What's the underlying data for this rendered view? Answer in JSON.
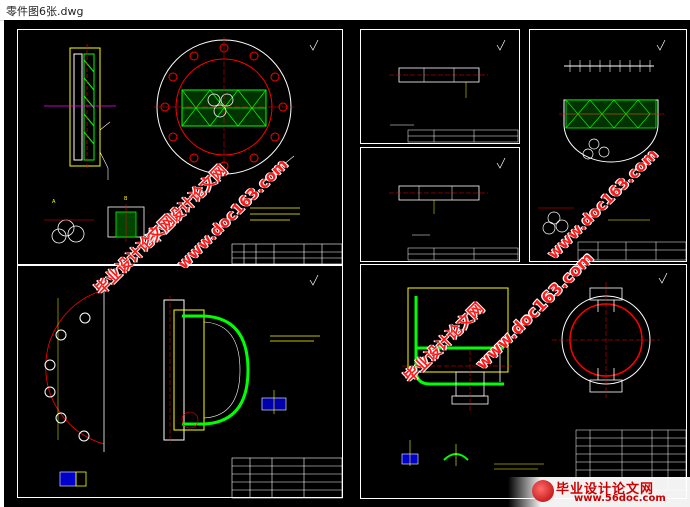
{
  "window": {
    "title": "零件图6张.dwg"
  },
  "watermarks": [
    {
      "id": "wm-1",
      "text": "毕业设计论文网"
    },
    {
      "id": "wm-2",
      "text": "www.doc163.com"
    },
    {
      "id": "wm-3",
      "text": "毕业设计论文网"
    },
    {
      "id": "wm-4",
      "text": "www.doc163.com"
    },
    {
      "id": "wm-5",
      "text": "毕业设计论文网"
    },
    {
      "id": "wm-6",
      "text": "www.doc163.com"
    }
  ],
  "logo": {
    "name": "毕业设计论文网",
    "url": "www.56doc.com"
  },
  "colors": {
    "background": "#000000",
    "frame": "#ffffff",
    "green": "#00ff00",
    "red": "#ff0000",
    "yellow": "#ffff00",
    "magenta": "#ff00ff",
    "blue": "#2020ff"
  }
}
